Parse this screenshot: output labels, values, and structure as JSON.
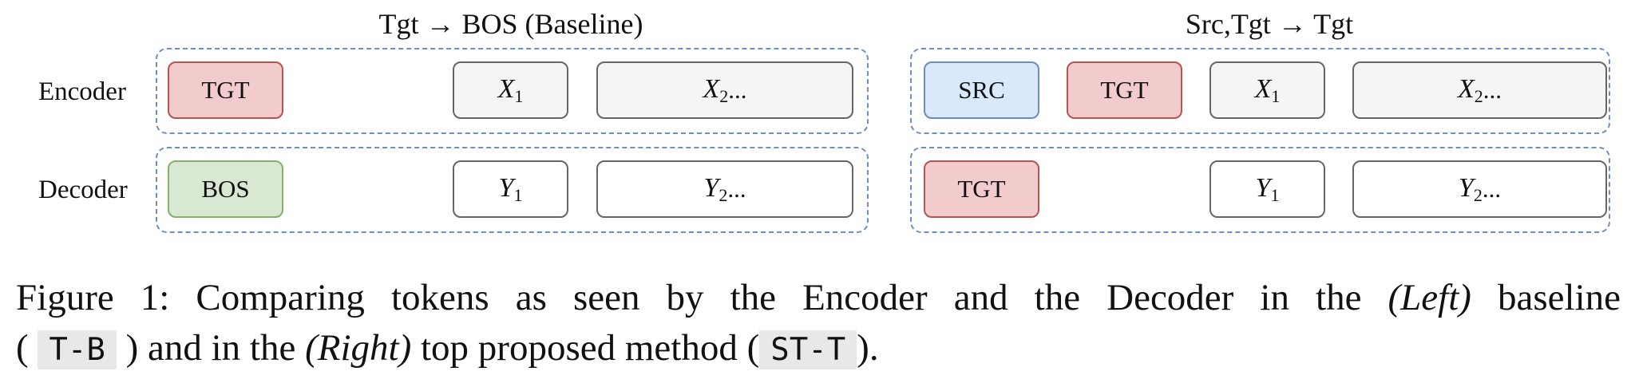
{
  "left_panel": {
    "title": "Tgt → BOS (Baseline)",
    "encoder": {
      "t1": "TGT",
      "x1": "X",
      "x1_sub": "1",
      "x2": "X",
      "x2_sub": "2",
      "x2_tail": "..."
    },
    "decoder": {
      "t1": "BOS",
      "y1": "Y",
      "y1_sub": "1",
      "y2": "Y",
      "y2_sub": "2",
      "y2_tail": "..."
    }
  },
  "right_panel": {
    "title": "Src,Tgt → Tgt",
    "encoder": {
      "t1": "SRC",
      "t2": "TGT",
      "x1": "X",
      "x1_sub": "1",
      "x2": "X",
      "x2_sub": "2",
      "x2_tail": "..."
    },
    "decoder": {
      "t1": "TGT",
      "y1": "Y",
      "y1_sub": "1",
      "y2": "Y",
      "y2_sub": "2",
      "y2_tail": "..."
    }
  },
  "row_labels": {
    "encoder": "Encoder",
    "decoder": "Decoder"
  },
  "caption": {
    "line1": "Figure 1: Comparing tokens as seen by the Encoder and the Decoder in the",
    "left_word": "(Left)",
    "line1_end": "baseline",
    "open_paren1": "(",
    "code1": "T-B",
    "mid": ") and in the",
    "right_word": "(Right)",
    "mid2": "top proposed method (",
    "code2": "ST-T",
    "end": ")."
  },
  "colors": {
    "dashed_border": "#6b8fc0",
    "red_token": "#f2cccc",
    "green_token": "#d8e8d3",
    "blue_token": "#dae8fc",
    "gray_token": "#f5f5f5"
  }
}
